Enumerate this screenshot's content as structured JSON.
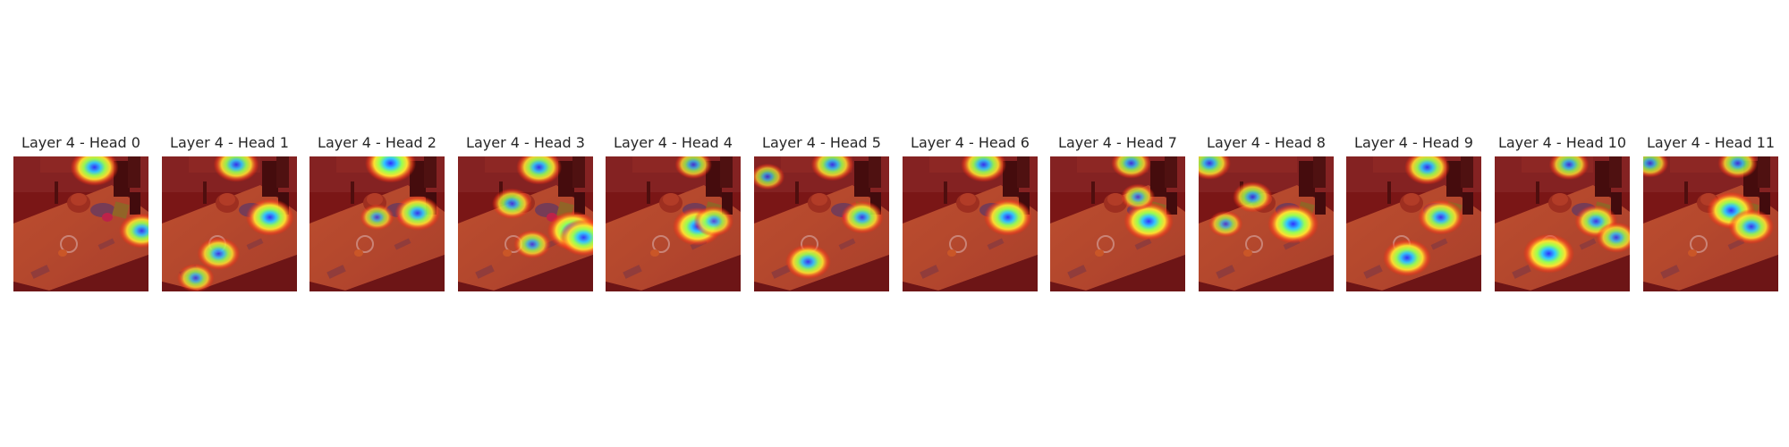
{
  "figure": {
    "panels": [
      {
        "title": "Layer 4 - Head 0",
        "hotspots": [
          [
            0.6,
            0.08,
            0.9
          ],
          [
            0.95,
            0.55,
            0.8
          ]
        ]
      },
      {
        "title": "Layer 4 - Head 1",
        "hotspots": [
          [
            0.55,
            0.06,
            0.8
          ],
          [
            0.8,
            0.45,
            0.9
          ],
          [
            0.42,
            0.72,
            0.7
          ],
          [
            0.25,
            0.9,
            0.5
          ]
        ]
      },
      {
        "title": "Layer 4 - Head 2",
        "hotspots": [
          [
            0.6,
            0.05,
            1.0
          ],
          [
            0.8,
            0.42,
            0.8
          ],
          [
            0.5,
            0.45,
            0.4
          ]
        ]
      },
      {
        "title": "Layer 4 - Head 3",
        "hotspots": [
          [
            0.6,
            0.08,
            0.8
          ],
          [
            0.85,
            0.55,
            1.0
          ],
          [
            0.93,
            0.6,
            0.9
          ],
          [
            0.4,
            0.35,
            0.6
          ],
          [
            0.55,
            0.65,
            0.5
          ]
        ]
      },
      {
        "title": "Layer 4 - Head 4",
        "hotspots": [
          [
            0.65,
            0.06,
            0.5
          ],
          [
            0.68,
            0.52,
            0.95
          ],
          [
            0.8,
            0.48,
            0.6
          ]
        ]
      },
      {
        "title": "Layer 4 - Head 5",
        "hotspots": [
          [
            0.58,
            0.06,
            0.7
          ],
          [
            0.8,
            0.45,
            0.7
          ],
          [
            0.4,
            0.78,
            0.8
          ],
          [
            0.1,
            0.15,
            0.4
          ]
        ]
      },
      {
        "title": "Layer 4 - Head 6",
        "hotspots": [
          [
            0.6,
            0.06,
            0.8
          ],
          [
            0.78,
            0.45,
            0.9
          ]
        ]
      },
      {
        "title": "Layer 4 - Head 7",
        "hotspots": [
          [
            0.6,
            0.05,
            0.6
          ],
          [
            0.73,
            0.48,
            0.95
          ],
          [
            0.65,
            0.3,
            0.4
          ]
        ]
      },
      {
        "title": "Layer 4 - Head 8",
        "hotspots": [
          [
            0.7,
            0.5,
            1.0
          ],
          [
            0.4,
            0.3,
            0.6
          ],
          [
            0.08,
            0.05,
            0.7
          ],
          [
            0.2,
            0.5,
            0.4
          ]
        ]
      },
      {
        "title": "Layer 4 - Head 9",
        "hotspots": [
          [
            0.6,
            0.08,
            0.8
          ],
          [
            0.7,
            0.45,
            0.8
          ],
          [
            0.45,
            0.75,
            0.9
          ]
        ]
      },
      {
        "title": "Layer 4 - Head 10",
        "hotspots": [
          [
            0.55,
            0.06,
            0.6
          ],
          [
            0.75,
            0.48,
            0.7
          ],
          [
            0.4,
            0.72,
            1.0
          ],
          [
            0.9,
            0.6,
            0.6
          ]
        ]
      },
      {
        "title": "Layer 4 - Head 11",
        "hotspots": [
          [
            0.7,
            0.05,
            0.6
          ],
          [
            0.65,
            0.4,
            0.9
          ],
          [
            0.8,
            0.52,
            0.8
          ],
          [
            0.05,
            0.05,
            0.5
          ]
        ]
      }
    ]
  }
}
